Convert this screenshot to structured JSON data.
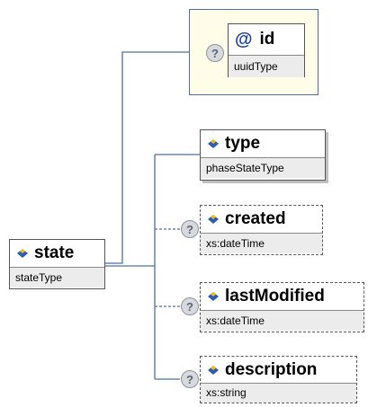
{
  "diagram": {
    "root": {
      "name": "state",
      "type": "stateType"
    },
    "attribute": {
      "prefix": "@",
      "name": "id",
      "type": "uuidType",
      "help": "?"
    },
    "children": [
      {
        "key": "type",
        "name": "type",
        "type": "phaseStateType",
        "optional": false
      },
      {
        "key": "created",
        "name": "created",
        "type": "xs:dateTime",
        "optional": true,
        "help": "?"
      },
      {
        "key": "lastModified",
        "name": "lastModified",
        "type": "xs:dateTime",
        "optional": true,
        "help": "?"
      },
      {
        "key": "description",
        "name": "description",
        "type": "xs:string",
        "optional": true,
        "help": "?"
      }
    ]
  },
  "colors": {
    "connector": "#4d6ea3",
    "attribute_group_bg": "#fffde8",
    "element_icon": "#2b5db8"
  }
}
